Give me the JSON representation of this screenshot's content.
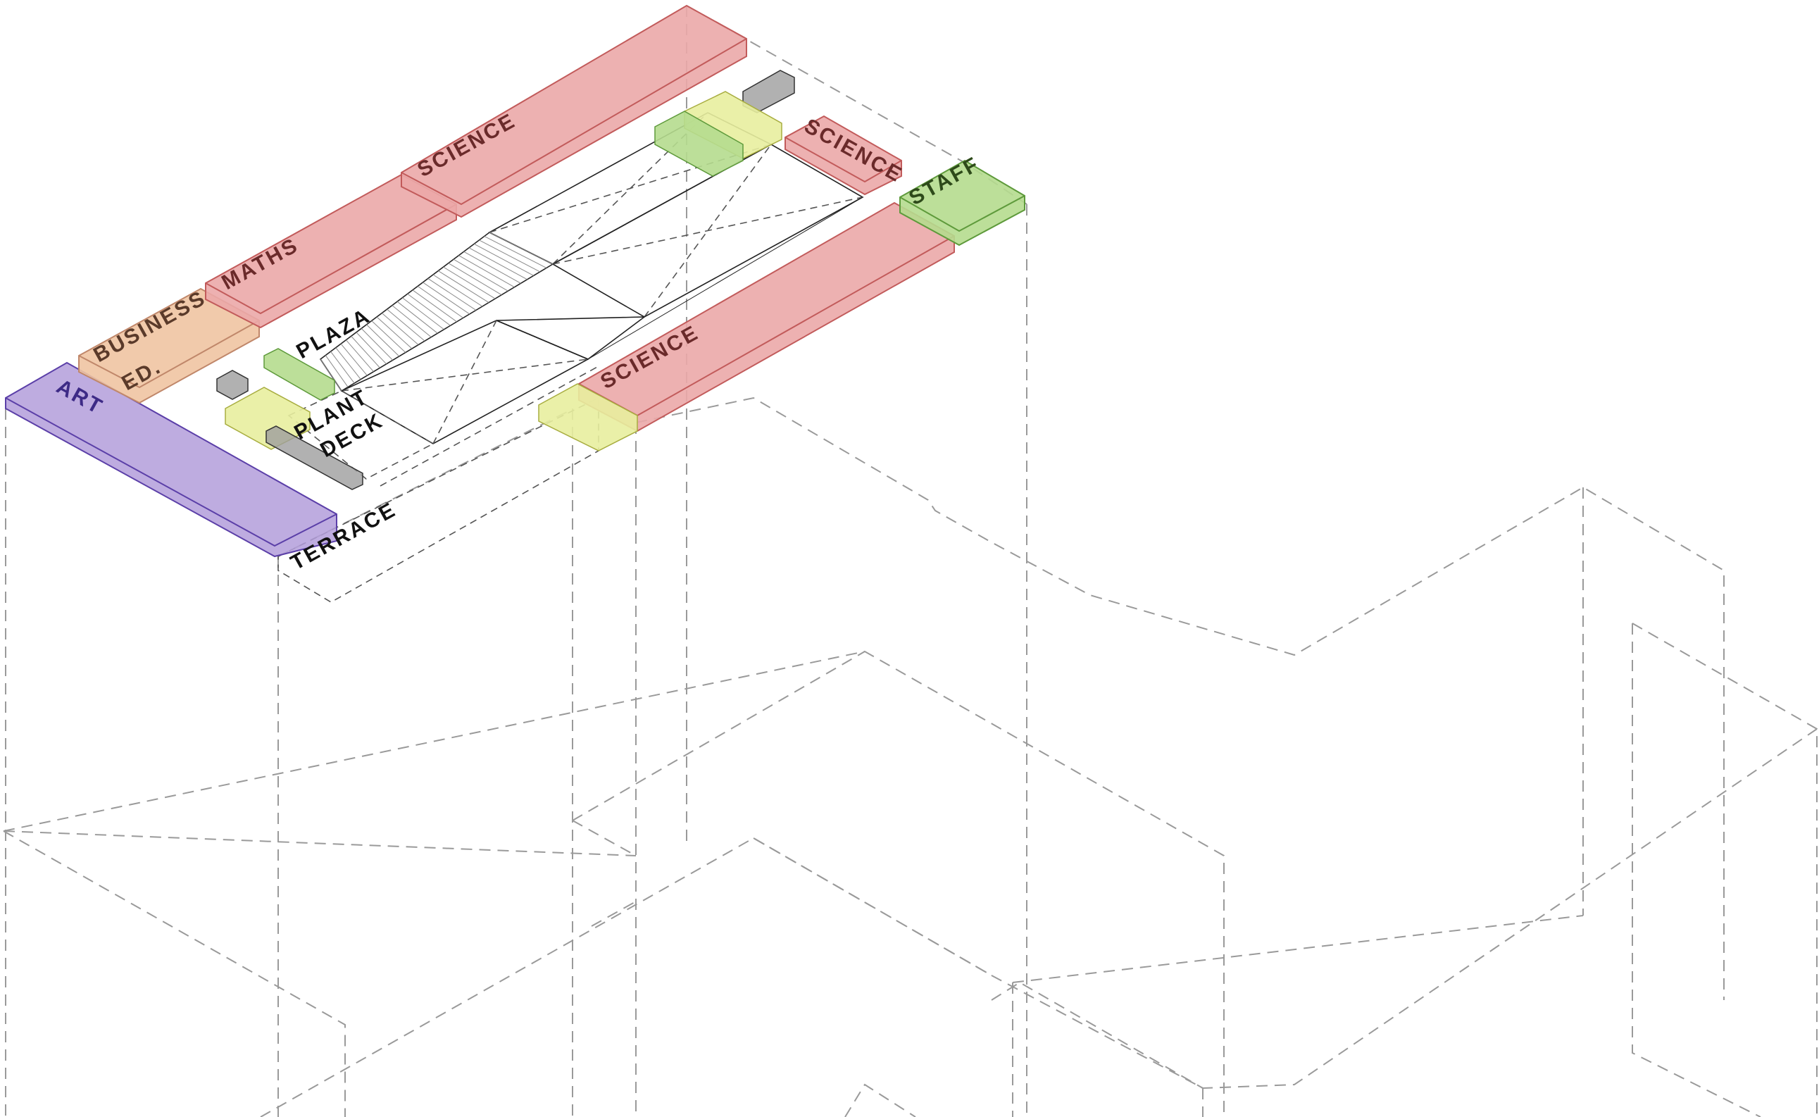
{
  "diagram": {
    "zones": [
      {
        "id": "art",
        "label": "ART",
        "fill": "#b39ddb",
        "stroke": "#5b3fa8",
        "text_color": "#3d2a86"
      },
      {
        "id": "business",
        "label_line1": "BUSINESS",
        "label_line2": "ED.",
        "fill": "#f0c4a2",
        "stroke": "#c0876a",
        "text_color": "#5a3a2a"
      },
      {
        "id": "maths",
        "label": "MATHS",
        "fill": "#eba8a8",
        "stroke": "#c25b5b",
        "text_color": "#6a2a2a"
      },
      {
        "id": "science_top",
        "label": "SCIENCE",
        "fill": "#eba8a8",
        "stroke": "#c25b5b",
        "text_color": "#6a2a2a"
      },
      {
        "id": "science_right",
        "label": "SCIENCE",
        "fill": "#eba8a8",
        "stroke": "#c25b5b",
        "text_color": "#6a2a2a"
      },
      {
        "id": "science_front",
        "label": "SCIENCE",
        "fill": "#eba8a8",
        "stroke": "#c25b5b",
        "text_color": "#6a2a2a"
      },
      {
        "id": "staff",
        "label": "STAFF",
        "fill": "#b5db8e",
        "stroke": "#5e9a3b",
        "text_color": "#2e4a1a"
      }
    ],
    "open_areas": {
      "plaza": "PLAZA",
      "plant_line1": "PLANT",
      "plant_line2": "DECK",
      "terrace": "TERRACE"
    },
    "colors": {
      "wc_green": "#b5db8e",
      "stair_yellow": "#e8ee9f",
      "lift_grey": "#9e9e9e",
      "outline": "#9a9a9a"
    }
  }
}
